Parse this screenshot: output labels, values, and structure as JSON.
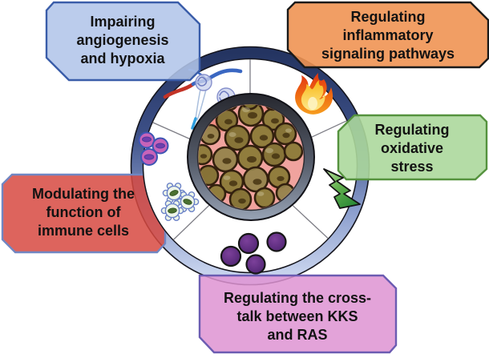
{
  "boxes": {
    "angiogenesis": {
      "lines": [
        "Impairing",
        "angiogenesis",
        "and hypoxia"
      ],
      "fill": "#b2c5e9",
      "border": "#3a5da9"
    },
    "inflammation": {
      "lines": [
        "Regulating",
        "inflammatory",
        "signaling pathways"
      ],
      "fill": "#ef9453",
      "border": "#1a1a1a"
    },
    "oxidative_stress": {
      "lines": [
        "Regulating",
        "oxidative",
        "stress"
      ],
      "fill": "#acd89c",
      "border": "#55923e"
    },
    "immune_cells": {
      "lines": [
        "Modulating the",
        "function of",
        "immune cells"
      ],
      "fill": "#d74941",
      "border": "#7186c2"
    },
    "kks_ras_crosstalk": {
      "lines": [
        "Regulating the cross-",
        "talk between KKS",
        "and RAS"
      ],
      "fill": "#de93d2",
      "border": "#6c5cb2"
    }
  },
  "icons": {
    "blood_vessels": "blood-vessels-icon",
    "flame": "flame-icon",
    "magenta_immune_cells": "immune-cells-magenta-icon",
    "dendritic_immune_cells": "immune-cells-dendritic-icon",
    "purple_cells": "purple-cells-icon",
    "oxidative_bolt": "oxidative-stress-bolt-icon",
    "center": "tumor-micrograph"
  },
  "colors": {
    "ring_top": "#243461",
    "ring_bottom": "#cdd8f0",
    "disc": "#ffffff",
    "histology_background": "#f0a39e",
    "text": "#121212",
    "background": "#ffffff"
  }
}
